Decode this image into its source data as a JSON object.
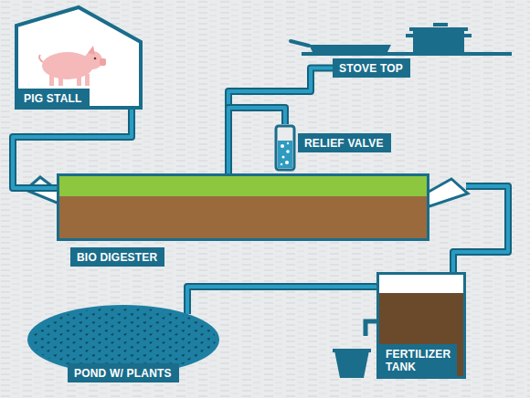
{
  "diagram": {
    "nodes": [
      {
        "text": [
          "PIG STALL"
        ]
      },
      {
        "text": [
          "STOVE TOP"
        ]
      },
      {
        "text": [
          "RELIEF VALVE"
        ]
      },
      {
        "text": [
          "BIO DIGESTER"
        ]
      },
      {
        "text": [
          "FERTILIZER TANK"
        ]
      },
      {
        "text": [
          "POND W/ PLANTS"
        ]
      }
    ],
    "edges": [
      {
        "from": 0,
        "to": 3,
        "arrow": "none"
      },
      {
        "from": 3,
        "to": 1,
        "arrow": "none"
      },
      {
        "from": 3,
        "to": 2,
        "arrow": "none"
      },
      {
        "from": 3,
        "to": 4,
        "arrow": "none"
      },
      {
        "from": 4,
        "to": 5,
        "arrow": "none"
      }
    ]
  }
}
